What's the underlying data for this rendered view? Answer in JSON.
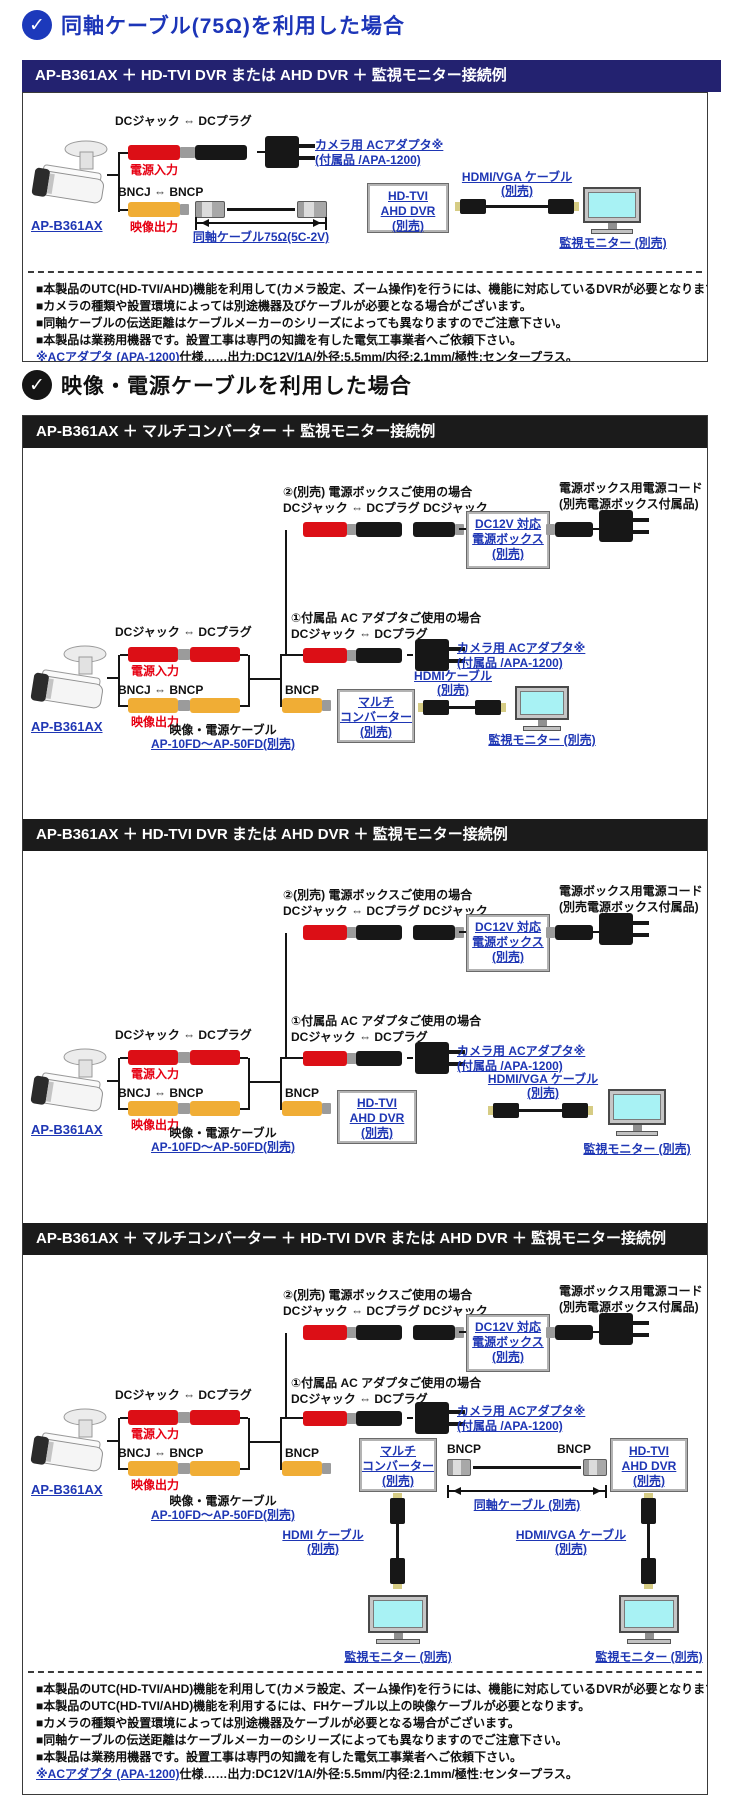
{
  "s1": {
    "title": "同軸ケーブル(75Ω)を利用した場合",
    "header": "AP-B361AX ＋ HD-TVI DVR または AHD DVR ＋ 監視モニター接続例",
    "coax75": "同軸ケーブル75Ω(5C-2V)",
    "notes": [
      "■本製品のUTC(HD-TVI/AHD)機能を利用して(カメラ設定、ズーム操作)を行うには、機能に対応しているDVRが必要となります。",
      "■カメラの種類や設置環境によっては別途機器及びケーブルが必要となる場合がございます。",
      "■同軸ケーブルの伝送距離はケーブルメーカーのシリーズによっても異なりますのでご注意下さい。",
      "■本製品は業務用機器です。設置工事は専門の知識を有した電気工事業者へご依頼下さい。"
    ],
    "spec_link": "※ACアダプタ (APA-1200)",
    "spec_rest": "仕様……出力:DC12V/1A/外径:5.5mm/内径:2.1mm/極性:センタープラス。"
  },
  "s2": {
    "title": "映像・電源ケーブルを利用した場合",
    "header1": "AP-B361AX ＋ マルチコンバーター ＋ 監視モニター接続例",
    "header2": "AP-B361AX ＋ HD-TVI DVR または AHD DVR ＋ 監視モニター接続例",
    "header3": "AP-B361AX ＋ マルチコンバーター ＋ HD-TVI DVR または AHD DVR ＋ 監視モニター接続例",
    "notes": [
      "■本製品のUTC(HD-TVI/AHD)機能を利用して(カメラ設定、ズーム操作)を行うには、機能に対応しているDVRが必要となります。",
      "■本製品のUTC(HD-TVI/AHD)機能を利用するには、FHケーブル以上の映像ケーブルが必要となります。",
      "■カメラの種類や設置環境によっては別途機器及ケーブルが必要となる場合がございます。",
      "■同軸ケーブルの伝送距離はケーブルメーカーのシリーズによっても異なりますのでご注意下さい。",
      "■本製品は業務用機器です。設置工事は専門の知識を有した電気工事業者へご依頼下さい。"
    ],
    "spec_link": "※ACアダプタ (APA-1200)",
    "spec_rest": "仕様……出力:DC12V/1A/外径:5.5mm/内径:2.1mm/極性:センタープラス。"
  },
  "common": {
    "camera_model": "AP-B361AX",
    "dc_pair": "DCジャック ⇔ DCプラグ",
    "dc_triple": "DCジャック ⇔ DCプラグ DCジャック",
    "bnc_pair": "BNCJ ⇔ BNCP",
    "bncp": "BNCP",
    "power_in": "電源入力",
    "video_out": "映像出力",
    "ac1": "カメラ用 ACアダプタ※",
    "ac2": "(付属品 /APA-1200)",
    "opt1": "①付属品 AC アダプタご使用の場合",
    "opt2": "②(別売) 電源ボックスご使用の場合",
    "cord1": "電源ボックス用電源コード",
    "cord2": "(別売電源ボックス付属品)",
    "dc12v1": "DC12V 対応",
    "dc12v2": "電源ボックス",
    "dvr1": "HD-TVI",
    "dvr2": "AHD DVR",
    "multi1": "マルチ",
    "multi2": "コンバーター",
    "opt_sale": "(別売)",
    "av1": "映像・電源ケーブル",
    "av2": "AP-10FD～AP-50FD(別売)",
    "hdmi_vga": "HDMI/VGA ケーブル",
    "hdmi": "HDMI ケーブル",
    "hdmi_d2": "HDMIケーブル",
    "monitor": "監視モニター (別売)",
    "coax_sale": "同軸ケーブル (別売)"
  }
}
